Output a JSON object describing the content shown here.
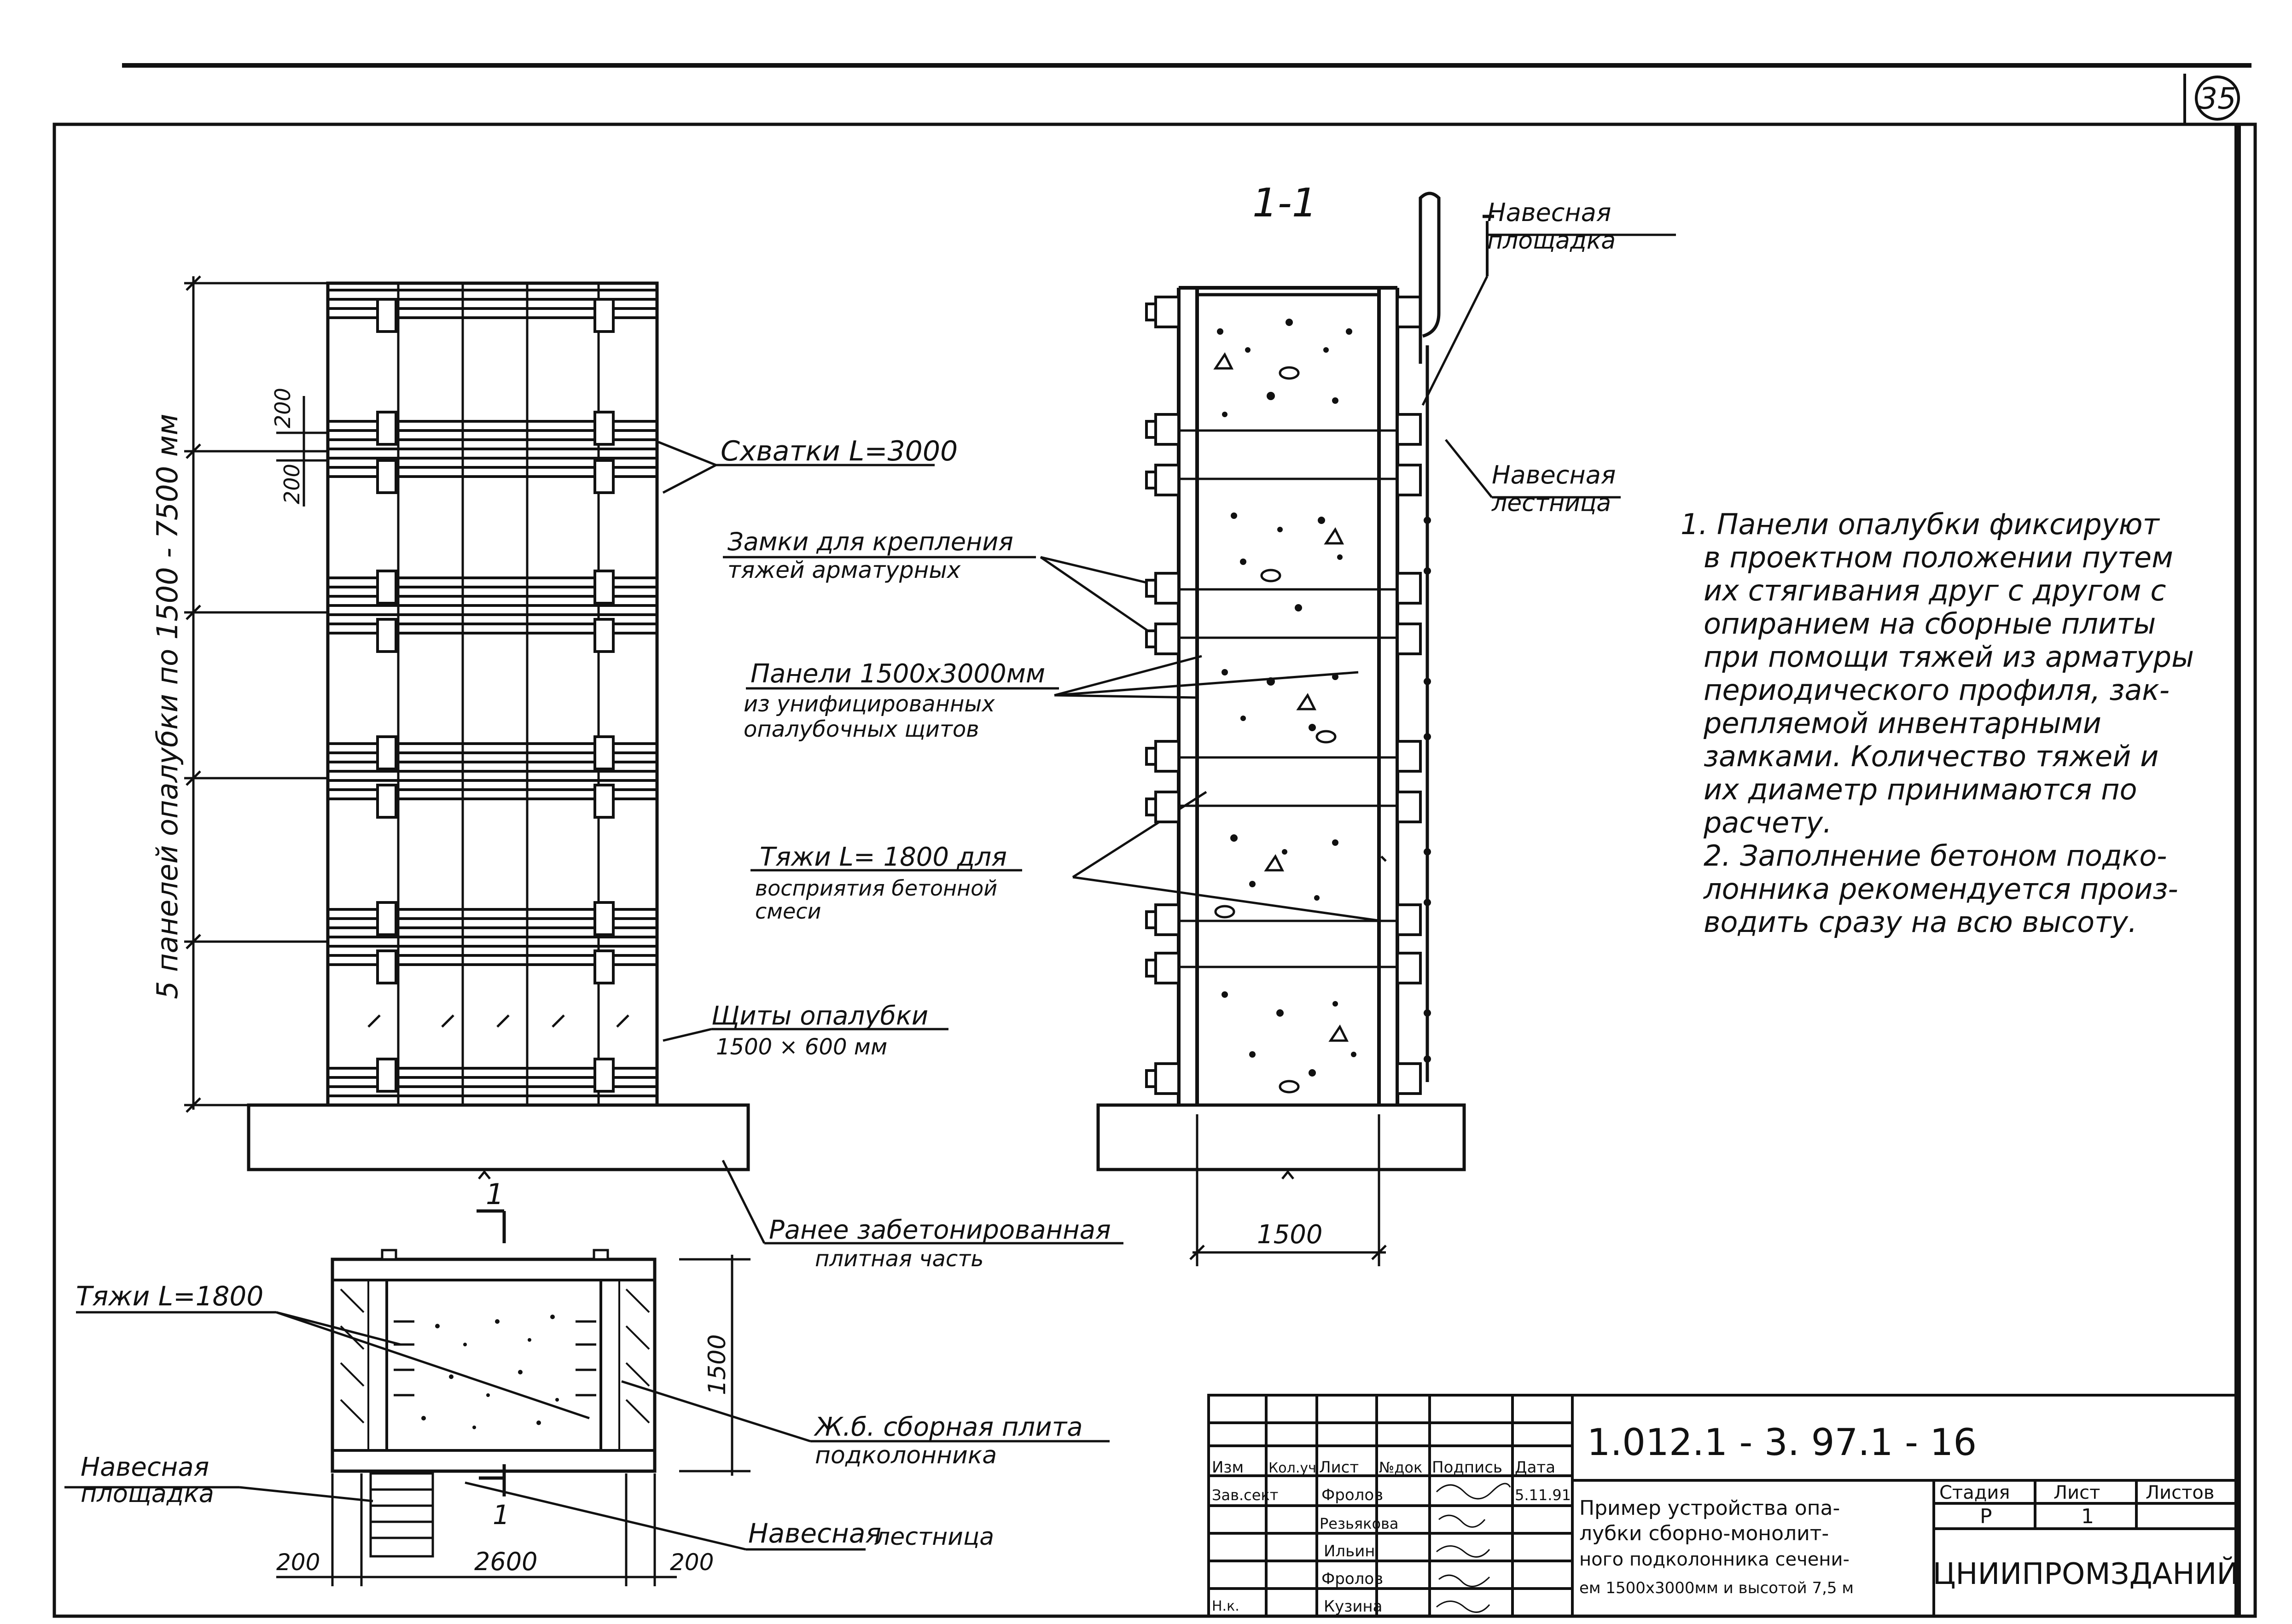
{
  "sheet_number": "35",
  "section_label": "1-1",
  "elevation": {
    "height_dimension": "5 панелей опалубки по 1500 - 7500 мм",
    "gap_top": "200",
    "gap_bottom": "200"
  },
  "labels": {
    "skhvatki": "Схватки L=3000",
    "zamki_1": "Замки для крепления",
    "zamki_2": "тяжей арматурных",
    "paneli_1": "Панели 1500х3000мм",
    "paneli_2": "из унифицированных",
    "paneli_3": "опалубочных щитов",
    "tyazhi_1": "Тяжи L= 1800 для",
    "tyazhi_2": "восприятия бетонной",
    "tyazhi_3": "смеси",
    "shchity_1": "Щиты опалубки",
    "shchity_2": "1500 × 600 мм",
    "ranee_1": "Ранее забетонированная",
    "ranee_2": "плитная часть",
    "ploshchadka_1": "Навесная",
    "ploshchadka_2": "площадка",
    "lestnitsa_1": "Навесная",
    "lestnitsa_2": "лестница"
  },
  "section_width": "1500",
  "plan": {
    "tyazhi": "Тяжи L=1800",
    "plita_1": "Ж.б. сборная плита",
    "plita_2": "подколонника",
    "ploshchadka_1": "Навесная",
    "ploshchadka_2": "площадка",
    "lestnitsa_a": "Навесная",
    "lestnitsa_b": "лестница",
    "dim_left": "200",
    "dim_mid": "2600",
    "dim_right": "200",
    "dim_height": "1500",
    "cut_top": "1",
    "cut_bottom": "1"
  },
  "notes": [
    "1. Панели опалубки фиксируют",
    "в проектном положении путем",
    "их стягивания друг с другом с",
    "опиранием на сборные плиты",
    "при помощи тяжей из арматуры",
    "периодического профиля, зак-",
    "репляемой инвентарными",
    "замками. Количество тяжей и",
    "их диаметр принимаются по",
    "расчету.",
    "2. Заполнение бетоном подко-",
    "лонника рекомендуется произ-",
    "водить сразу на всю высоту."
  ],
  "title_block": {
    "code": "1.012.1 - 3. 97.1 - 16",
    "headers": [
      "Изм",
      "Кол.уч",
      "Лист",
      "№док",
      "Подпись",
      "Дата"
    ],
    "roles": [
      "Зав.сект",
      "",
      "",
      "",
      "Н.к."
    ],
    "names": [
      "Фролов",
      "Резьякова",
      "Ильин",
      "Фролов",
      "Кузина"
    ],
    "date": "5.11.91",
    "description": [
      "Пример устройства опа-",
      "лубки сборно-монолит-",
      "ного подколонника сечени-",
      "ем 1500х3000мм и высотой 7,5 м"
    ],
    "stage_header": "Стадия",
    "sheet_header": "Лист",
    "sheets_header": "Листов",
    "stage": "Р",
    "sheet": "1",
    "organization": "ЦНИИПРОМЗДАНИЙ"
  }
}
